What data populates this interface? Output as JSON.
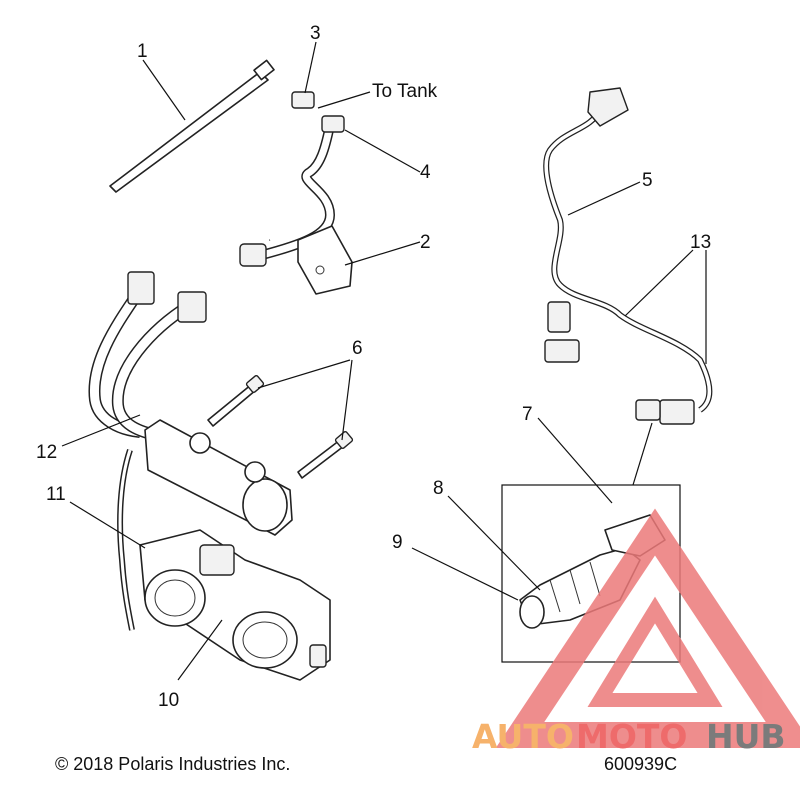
{
  "callouts": {
    "c1": "1",
    "c2": "2",
    "c3": "3",
    "c4": "4",
    "c5": "5",
    "c6": "6",
    "c7": "7",
    "c8": "8",
    "c9": "9",
    "c10": "10",
    "c11": "11",
    "c12": "12",
    "c13": "13"
  },
  "labels": {
    "to_tank": "To Tank"
  },
  "footer": {
    "copyright": "© 2018 Polaris Industries Inc.",
    "drawing_number": "600939C"
  },
  "watermark": {
    "text_auto": "AUTO",
    "text_moto": "MOTO",
    "text_hub": "HUB",
    "color_auto": "#f6b26b",
    "color_moto": "#ee6b6b",
    "color_hub": "#7b7b7b",
    "logo_color": "#ec7a7a"
  }
}
